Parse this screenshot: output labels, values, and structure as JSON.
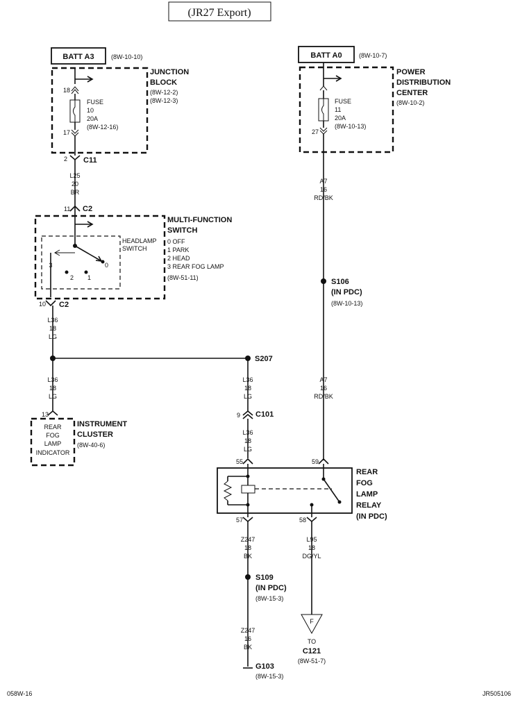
{
  "title": "(JR27 Export)",
  "footer": {
    "left": "058W-16",
    "right": "JR505106"
  },
  "batt_a3": {
    "label": "BATT A3",
    "ref": "(8W-10-10)"
  },
  "batt_a0": {
    "label": "BATT A0",
    "ref": "(8W-10-7)"
  },
  "junction_block": {
    "line1": "JUNCTION",
    "line2": "BLOCK",
    "ref1": "(8W-12-2)",
    "ref2": "(8W-12-3)",
    "fuse_label": "FUSE",
    "fuse_num": "10",
    "fuse_amp": "20A",
    "fuse_ref": "(8W-12-16)",
    "pin_top": "18",
    "pin_bottom": "17"
  },
  "pdc": {
    "line1": "POWER",
    "line2": "DISTRIBUTION",
    "line3": "CENTER",
    "ref": "(8W-10-2)",
    "fuse_label": "FUSE",
    "fuse_num": "11",
    "fuse_amp": "20A",
    "fuse_ref": "(8W-10-13)",
    "pin_bottom": "27"
  },
  "c11": {
    "pin": "2",
    "label": "C11"
  },
  "wire_l25": {
    "circuit": "L25",
    "gauge": "20",
    "color": "BR"
  },
  "c2_top": {
    "pin": "11",
    "label": "C2"
  },
  "multifunction": {
    "line1": "MULTI-FUNCTION",
    "line2": "SWITCH",
    "sub1": "HEADLAMP",
    "sub2": "SWITCH",
    "pos0": "0 OFF",
    "pos1": "1 PARK",
    "pos2": "2 HEAD",
    "pos3": "3 REAR FOG LAMP",
    "ref": "(8W-51-11)",
    "n0": "0",
    "n1": "1",
    "n2": "2",
    "n3": "3"
  },
  "c2_bottom": {
    "pin": "10",
    "label": "C2"
  },
  "wire_l36_a": {
    "circuit": "L36",
    "gauge": "18",
    "color": "LG"
  },
  "wire_l36_b": {
    "circuit": "L36",
    "gauge": "18",
    "color": "LG"
  },
  "wire_l36_c": {
    "circuit": "L36",
    "gauge": "18",
    "color": "LG"
  },
  "wire_l36_d": {
    "circuit": "L36",
    "gauge": "18",
    "color": "LG"
  },
  "s207": {
    "label": "S207"
  },
  "cluster": {
    "pin": "13",
    "l1": "REAR",
    "l2": "FOG",
    "l3": "LAMP",
    "l4": "INDICATOR",
    "name1": "INSTRUMENT",
    "name2": "CLUSTER",
    "ref": "(8W-40-6)"
  },
  "c101": {
    "pin": "9",
    "label": "C101"
  },
  "wire_a7_a": {
    "circuit": "A7",
    "gauge": "16",
    "color": "RD/BK"
  },
  "wire_a7_b": {
    "circuit": "A7",
    "gauge": "16",
    "color": "RD/BK"
  },
  "s106": {
    "label": "S106",
    "sub": "(IN PDC)",
    "ref": "(8W-10-13)"
  },
  "relay": {
    "l1": "REAR",
    "l2": "FOG",
    "l3": "LAMP",
    "l4": "RELAY",
    "l5": "(IN PDC)",
    "pin55": "55",
    "pin59": "59",
    "pin57": "57",
    "pin58": "58"
  },
  "wire_z247_a": {
    "circuit": "Z247",
    "gauge": "18",
    "color": "BK"
  },
  "wire_z247_b": {
    "circuit": "Z247",
    "gauge": "16",
    "color": "BK"
  },
  "wire_l95": {
    "circuit": "L95",
    "gauge": "18",
    "color": "DG/YL"
  },
  "s109": {
    "label": "S109",
    "sub": "(IN PDC)",
    "ref": "(8W-15-3)"
  },
  "g103": {
    "label": "G103",
    "ref": "(8W-15-3)"
  },
  "connector_f": {
    "letter": "F",
    "to": "TO",
    "label": "C121",
    "ref": "(8W-51-7)"
  }
}
